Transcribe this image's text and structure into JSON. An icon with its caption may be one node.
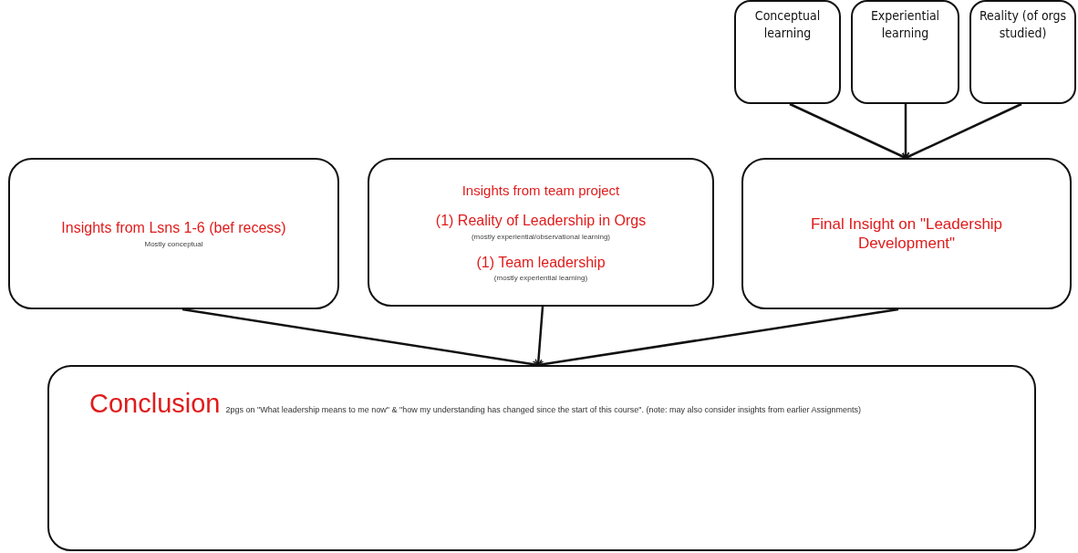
{
  "diagram": {
    "nodes": [
      {
        "text": [
          "Conceptual learning"
        ]
      },
      {
        "text": [
          "Experiential learning"
        ]
      },
      {
        "text": [
          "Reality (of orgs studied)"
        ]
      },
      {
        "text": [
          "Insights from Lsns 1-6 (bef recess)",
          "Mostly conceptual"
        ]
      },
      {
        "text": [
          "Insights from team project",
          "(1) Reality of Leadership in Orgs",
          "(mostly experiential/observational learning)",
          "(1) Team leadership",
          "(mostly experiential learning)"
        ]
      },
      {
        "text": [
          "Final Insight on \"Leadership Development\""
        ]
      },
      {
        "text": [
          "Conclusion",
          "2pgs on \"What leadership means to me now\" & \"how my understanding has changed since the start of this course\". (note: may also consider insights from earlier Assignments)"
        ]
      }
    ],
    "edges": [
      {
        "from": 0,
        "to": 5,
        "arrow": "to"
      },
      {
        "from": 1,
        "to": 5,
        "arrow": "to"
      },
      {
        "from": 2,
        "to": 5,
        "arrow": "to"
      },
      {
        "from": 3,
        "to": 6,
        "arrow": "to"
      },
      {
        "from": 4,
        "to": 6,
        "arrow": "to"
      },
      {
        "from": 5,
        "to": 6,
        "arrow": "to"
      }
    ]
  }
}
